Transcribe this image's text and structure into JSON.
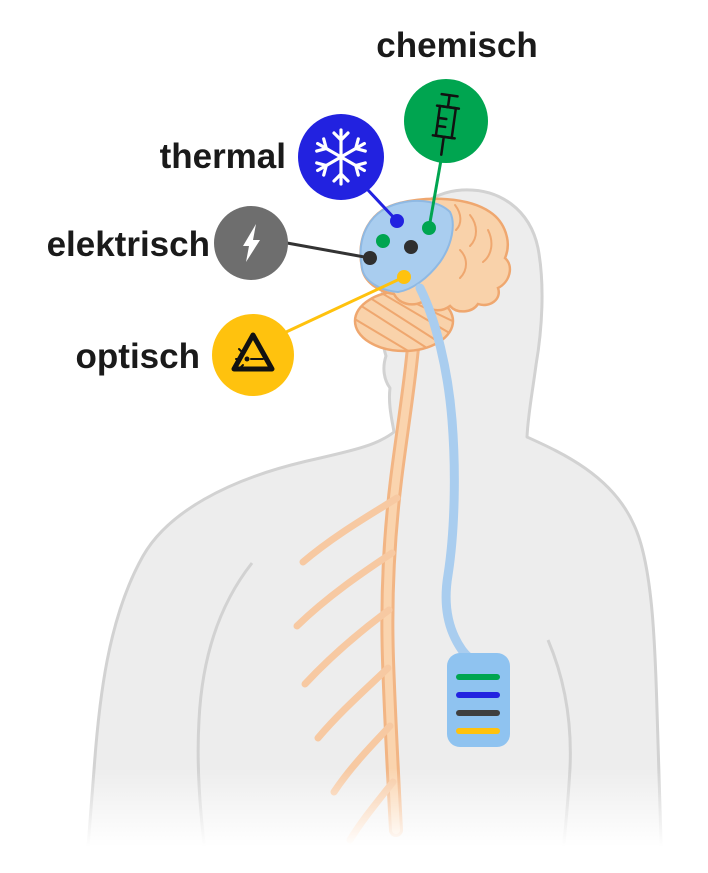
{
  "figure": {
    "type": "diagram",
    "description": "Human silhouette with brain, spinal cord and neural implant; four stimulation modalities point at electrode sites on the brain",
    "labels": [
      {
        "id": "chemisch",
        "text": "chemisch",
        "color": "#00A550",
        "icon": "syringe-icon"
      },
      {
        "id": "thermal",
        "text": "thermal",
        "color": "#2222E0",
        "icon": "snowflake-icon"
      },
      {
        "id": "elektrisch",
        "text": "elektrisch",
        "color": "#6E6E6E",
        "icon": "lightning-icon"
      },
      {
        "id": "optisch",
        "text": "optisch",
        "color": "#FFC20E",
        "icon": "laser-warning-icon"
      }
    ],
    "electrode_dots": [
      {
        "color": "#2222E0",
        "modality": "thermal"
      },
      {
        "color": "#00A550",
        "modality": "chemisch"
      },
      {
        "color": "#00A550",
        "modality": "chemisch"
      },
      {
        "color": "#2F2F2F",
        "modality": "elektrisch"
      },
      {
        "color": "#2F2F2F",
        "modality": "elektrisch"
      },
      {
        "color": "#FFC20E",
        "modality": "optisch"
      }
    ],
    "implant_device": {
      "body_color": "#8FC3F0",
      "stripe_colors": [
        "#00A550",
        "#2222E0",
        "#3F3F3F",
        "#FFC20E"
      ]
    },
    "palette": {
      "body_fill": "#EDEDED",
      "body_outline": "#D2D2D2",
      "nerve": "#F7C9A2",
      "brain_fill": "#F9D2AA",
      "brain_outline": "#EFA76F",
      "electrode_region": "#A9CDEF"
    }
  }
}
